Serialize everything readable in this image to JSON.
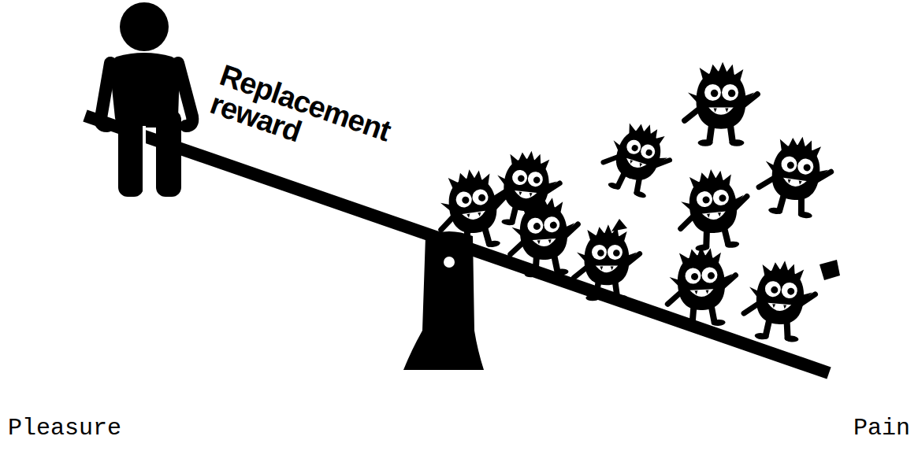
{
  "diagram": {
    "labels": [
      "Replacement reward",
      "Pleasure",
      "Pain"
    ]
  }
}
